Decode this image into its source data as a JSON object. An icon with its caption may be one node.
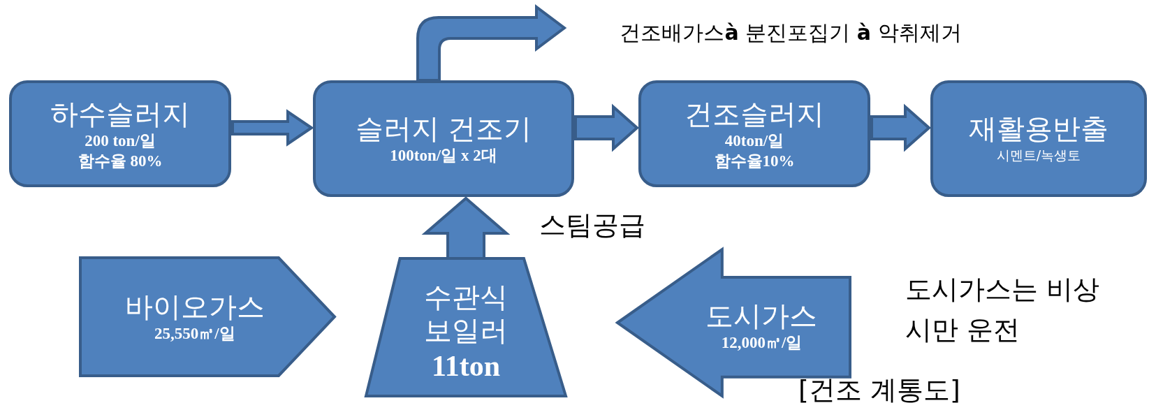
{
  "diagram": {
    "nodes": [
      {
        "text": [
          "하수슬러지",
          "200 ton/일",
          "함수율 80%"
        ]
      },
      {
        "text": [
          "슬러지 건조기",
          "100ton/일 x 2대"
        ]
      },
      {
        "text": [
          "건조슬러지",
          "40ton/일",
          "함수율10%"
        ]
      },
      {
        "text": [
          "재활용반출",
          "시멘트/녹생토"
        ]
      },
      {
        "text": [
          "건조배가스**à** 분진포집기 **à** 악취제거"
        ]
      },
      {
        "text": [
          "바이오가스",
          "25,550㎥/일"
        ]
      },
      {
        "text": [
          "수관식 보일러",
          "11ton"
        ]
      },
      {
        "text": [
          "도시가스",
          "12,000㎥/일"
        ]
      }
    ],
    "edges": [
      {
        "from": 0,
        "to": 1,
        "arrow": "to"
      },
      {
        "from": 1,
        "to": 2,
        "arrow": "to"
      },
      {
        "from": 2,
        "to": 3,
        "arrow": "to"
      },
      {
        "from": 6,
        "to": 1,
        "arrow": "to",
        "label": "스팀공급"
      },
      {
        "from": 1,
        "to": 4,
        "arrow": "to"
      }
    ],
    "labels": [
      "도시가스는 비상시만 운전",
      "[건조 계통도]"
    ]
  }
}
